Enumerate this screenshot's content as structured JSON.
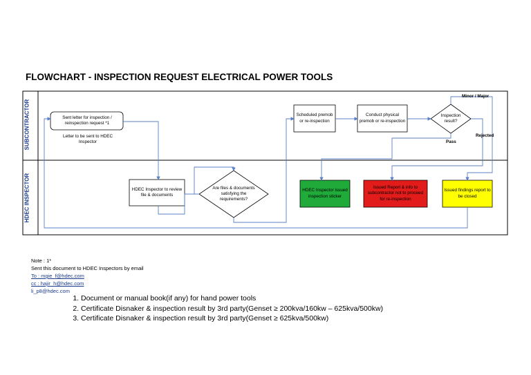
{
  "title": "FLOWCHART - INSPECTION REQUEST ELECTRICAL POWER TOOLS",
  "lanes": {
    "subcontractor": "SUBCONTRACTOR",
    "hdec_inspector": "HDEC INSPECTOR"
  },
  "nodes": {
    "sent_letter": "Sent letter for inspection / reinspection request *1",
    "letter_note": "Letter to be sent to HDEC Inspector",
    "review_file": "HDEC Inspector to review file & documents",
    "files_decision": "Are files & documents satisfying the requirements?",
    "scheduled_premob": "Scheduled premob or re-inspection",
    "conduct_premob": "Conduct physical premob or re-inspection",
    "inspection_result": "Inspection result?",
    "issued_sticker": "HDEC Inspector issued inspection sticker",
    "issued_report": "Issued Report & info to subcontractor not to proceed for re-inspection",
    "issued_findings": "Issued findings report to be closed"
  },
  "edge_labels": {
    "minor_major": "Minor / Major",
    "rejected": "Rejected",
    "pass": "Pass"
  },
  "colors": {
    "green": "#1faa3a",
    "red": "#e21b1b",
    "yellow": "#ffff00",
    "arrow": "#5b7fc4",
    "lane_text": "#1a3a8c"
  },
  "notes": {
    "note_label": "Note : 1*",
    "note_text": "Sent this document to HDEC Inspectors by email",
    "to": "To : mgie_f@hdec.com",
    "cc": "cc : hajir_h@hdec.com",
    "extra": "li_p8@hdec.com"
  },
  "documents": [
    "Document or manual book(if any) for hand power tools",
    "Certificate Disnaker & inspection result by 3rd party(Genset ≥ 200kva/160kw – 625kva/500kw)",
    "Certificate Disnaker & inspection result by 3rd party(Genset ≥ 625kva/500kw)"
  ]
}
